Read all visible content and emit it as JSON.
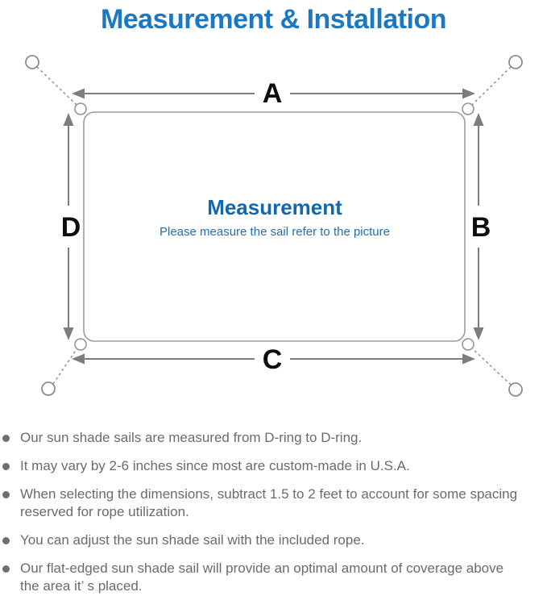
{
  "title": "Measurement & Installation",
  "diagram": {
    "label_top": "A",
    "label_right": "B",
    "label_bottom": "C",
    "label_left": "D",
    "center_title": "Measurement",
    "center_subtitle": "Please measure the sail refer to the picture"
  },
  "colors": {
    "title_blue": "#1c79c1",
    "center_title_blue": "#1168b0",
    "center_subtitle_blue": "#2170b6",
    "arrow_gray": "#7b7d7e",
    "outline_gray": "#9b9ea0",
    "bullet_text_gray": "#696b6c"
  },
  "bullets": [
    {
      "lines": [
        "Our sun shade sails are measured from D-ring to D-ring."
      ]
    },
    {
      "lines": [
        "It may vary by 2-6 inches since most are custom-made in U.S.A."
      ]
    },
    {
      "lines": [
        "When selecting the dimensions, subtract 1.5 to 2 feet to account for some spacing",
        "reserved for rope utilization."
      ]
    },
    {
      "lines": [
        "You can adjust the sun shade sail with the included rope."
      ]
    },
    {
      "lines": [
        "Our flat-edged sun shade sail will provide an optimal amount of coverage above",
        "the area it’ s placed."
      ]
    }
  ]
}
